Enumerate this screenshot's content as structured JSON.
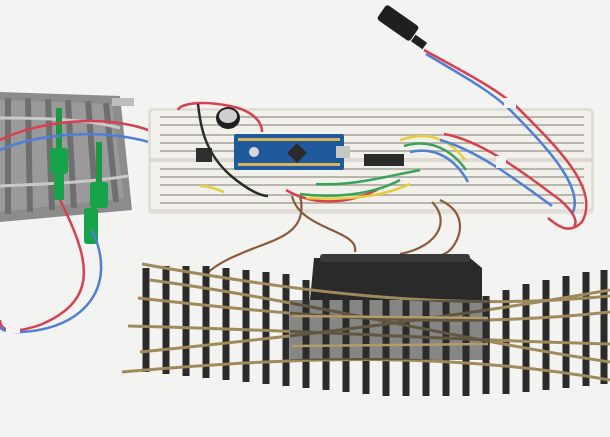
{
  "scene": {
    "background": "#f3f3f1",
    "objects": [
      "solderless-breadboard",
      "arduino-nano-board",
      "motor-driver-chip",
      "electrolytic-capacitor",
      "dc-barrel-jack",
      "curved-track-segment",
      "green-test-clips",
      "double-slip-turnout",
      "point-motor"
    ]
  },
  "colors": {
    "breadboard": "#f1f0ea",
    "nano": "#1f5a9c",
    "sleepers": "#2b2b2b",
    "rails": "#a08a5c",
    "track_base": "#8c8c8c",
    "clip_green": "#17a34a",
    "wire_red": "#d8404f",
    "wire_blue": "#4f7fd6",
    "wire_brown": "#8a5a3c",
    "wire_yellow": "#e6cf3a",
    "wire_green": "#3aa35a"
  }
}
